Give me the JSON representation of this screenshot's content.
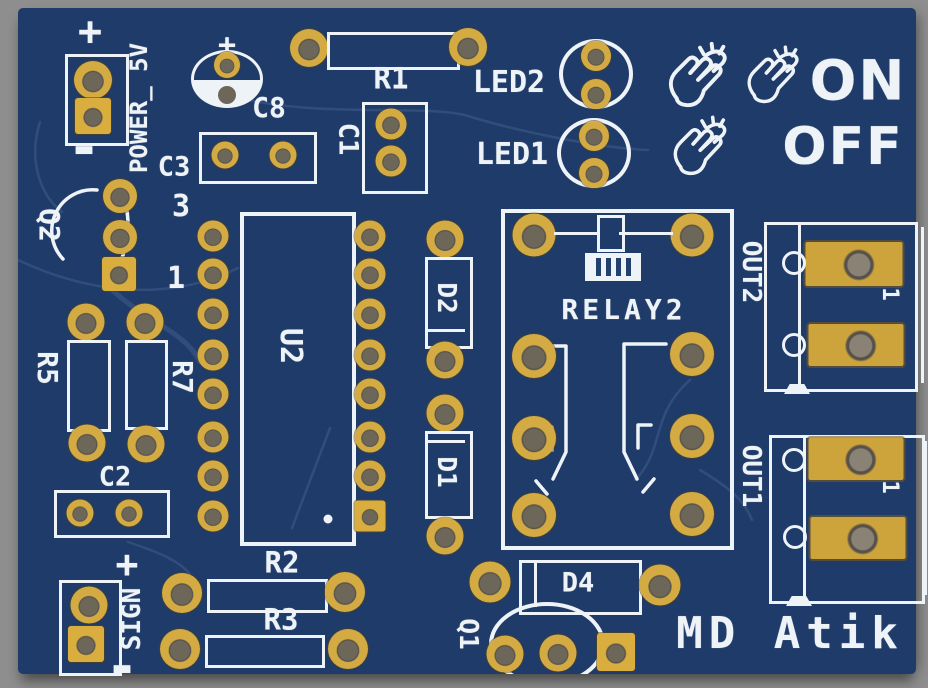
{
  "colors": {
    "background": "#8e8e8e",
    "board": "#1f3b69",
    "silkscreen": "#eef3f8",
    "pad_gold": "#c9a23d",
    "pad_hole": "#6d675a",
    "trace": "#33507e"
  },
  "marks": {
    "plus": "+",
    "minus": "-"
  },
  "connectors": {
    "power": {
      "label": "POWER_ 5V"
    },
    "signal": {
      "label": "SIGN"
    },
    "out2": {
      "label": "OUT2",
      "pin1": "1"
    },
    "out1": {
      "label": "OUT1",
      "pin1": "1"
    }
  },
  "components": {
    "r1": "R1",
    "r2": "R2",
    "r3": "R3",
    "r5": "R5",
    "r7": "R7",
    "c1": "C1",
    "c2": "C2",
    "c3": "C3",
    "c8": "C8",
    "d1": "D1",
    "d2": "D2",
    "d4": "D4",
    "q1": "Q1",
    "q2": "Q2",
    "u2": "U2",
    "led1": "LED1",
    "led2": "LED2",
    "relay2": "RELAY2"
  },
  "pins": {
    "q2_pin3": "3",
    "q2_pin1": "1"
  },
  "legend": {
    "on": "ON",
    "off": "OFF"
  },
  "icons": {
    "clap": "clapping-hands"
  },
  "author": "MD Atik"
}
